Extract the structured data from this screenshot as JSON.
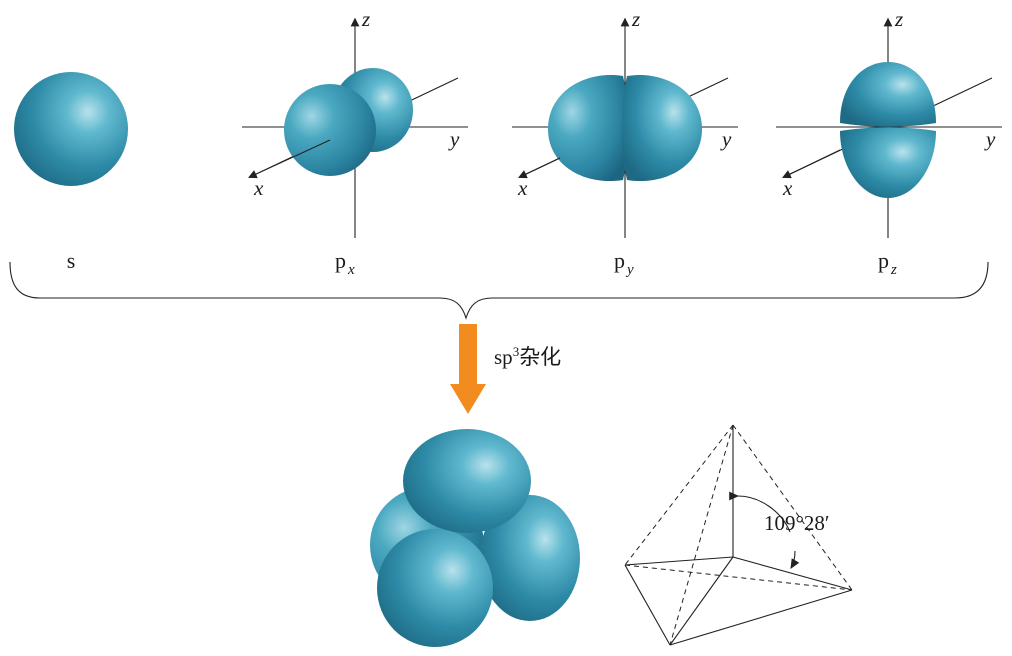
{
  "orbitals": {
    "s": {
      "label": "s"
    },
    "px": {
      "label": "p",
      "sub": "x"
    },
    "py": {
      "label": "p",
      "sub": "y"
    },
    "pz": {
      "label": "p",
      "sub": "z"
    }
  },
  "axes": {
    "x": "x",
    "y": "y",
    "z": "z"
  },
  "hybridization": {
    "prefix": "sp",
    "sup": "3",
    "suffix": "杂化"
  },
  "tetrahedron": {
    "angle": "109°28′"
  },
  "colors": {
    "orbital_fill": "#3a9bb5",
    "arrow": "#f28c1e"
  }
}
